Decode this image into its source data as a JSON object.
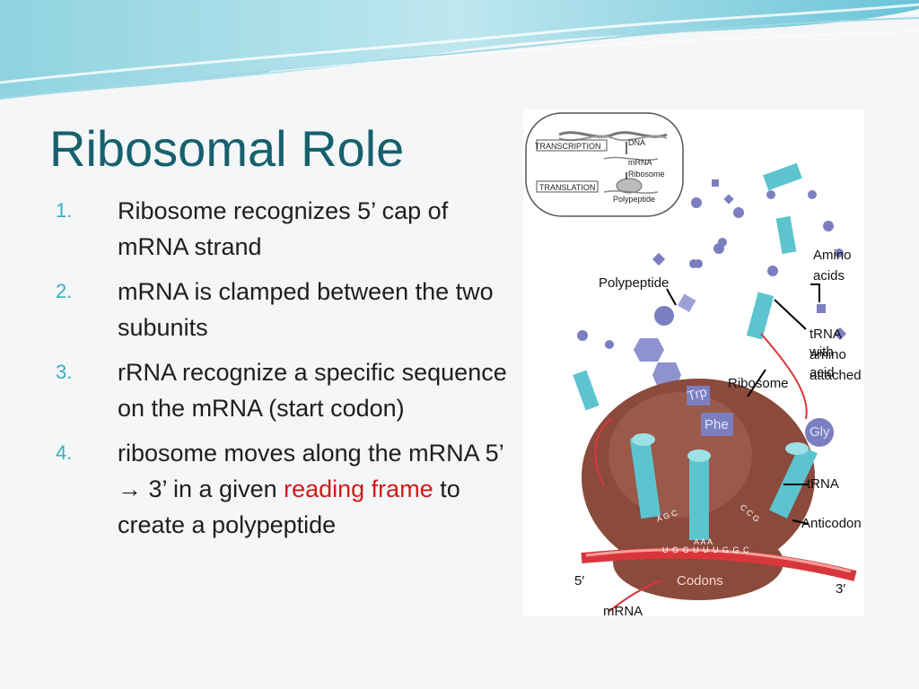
{
  "slide": {
    "title": "Ribosomal Role",
    "points": [
      {
        "number": "1.",
        "text": "Ribosome recognizes 5’ cap of mRNA strand"
      },
      {
        "number": "2.",
        "text": "mRNA is clamped between the two subunits"
      },
      {
        "number": "3.",
        "text": "rRNA recognize a specific sequence on the mRNA (start codon)"
      },
      {
        "number": "4.",
        "text_before": "ribosome moves along the mRNA 5’ ",
        "arrow": "→",
        "text_mid": " 3’ in a given ",
        "highlight": "reading frame",
        "text_after": " to create a polypeptide"
      }
    ]
  },
  "diagram": {
    "inset": {
      "dna": "DNA",
      "transcription": "TRANSCRIPTION",
      "mrna": "mRNA",
      "ribosome": "Ribosome",
      "translation": "TRANSLATION",
      "polypeptide": "Polypeptide"
    },
    "labels": {
      "amino_acids_1": "Amino",
      "amino_acids_2": "acids",
      "polypeptide": "Polypeptide",
      "trna_with_1": "tRNA with",
      "trna_with_2": "amino acid",
      "trna_with_3": "attached",
      "ribosome": "Ribosome",
      "trna": "tRNA",
      "anticodon": "Anticodon",
      "codons": "Codons",
      "five_prime": "5′",
      "three_prime": "3′",
      "mrna": "mRNA"
    },
    "amino_acid_names": {
      "trp": "Trp",
      "phe": "Phe",
      "gly": "Gly"
    },
    "anticodons": {
      "left": "A G C",
      "middle": "A A A",
      "right": "C C G"
    },
    "codon_sequence": "U G G U U U G G C",
    "colors": {
      "title": "#17606e",
      "bullet_number": "#3aaec2",
      "highlight": "#d21a1a",
      "ribosome": "#8a4a3c",
      "trna": "#5cc4cf",
      "amino_acid": "#7b7fc0",
      "mrna": "#d9363b"
    }
  }
}
